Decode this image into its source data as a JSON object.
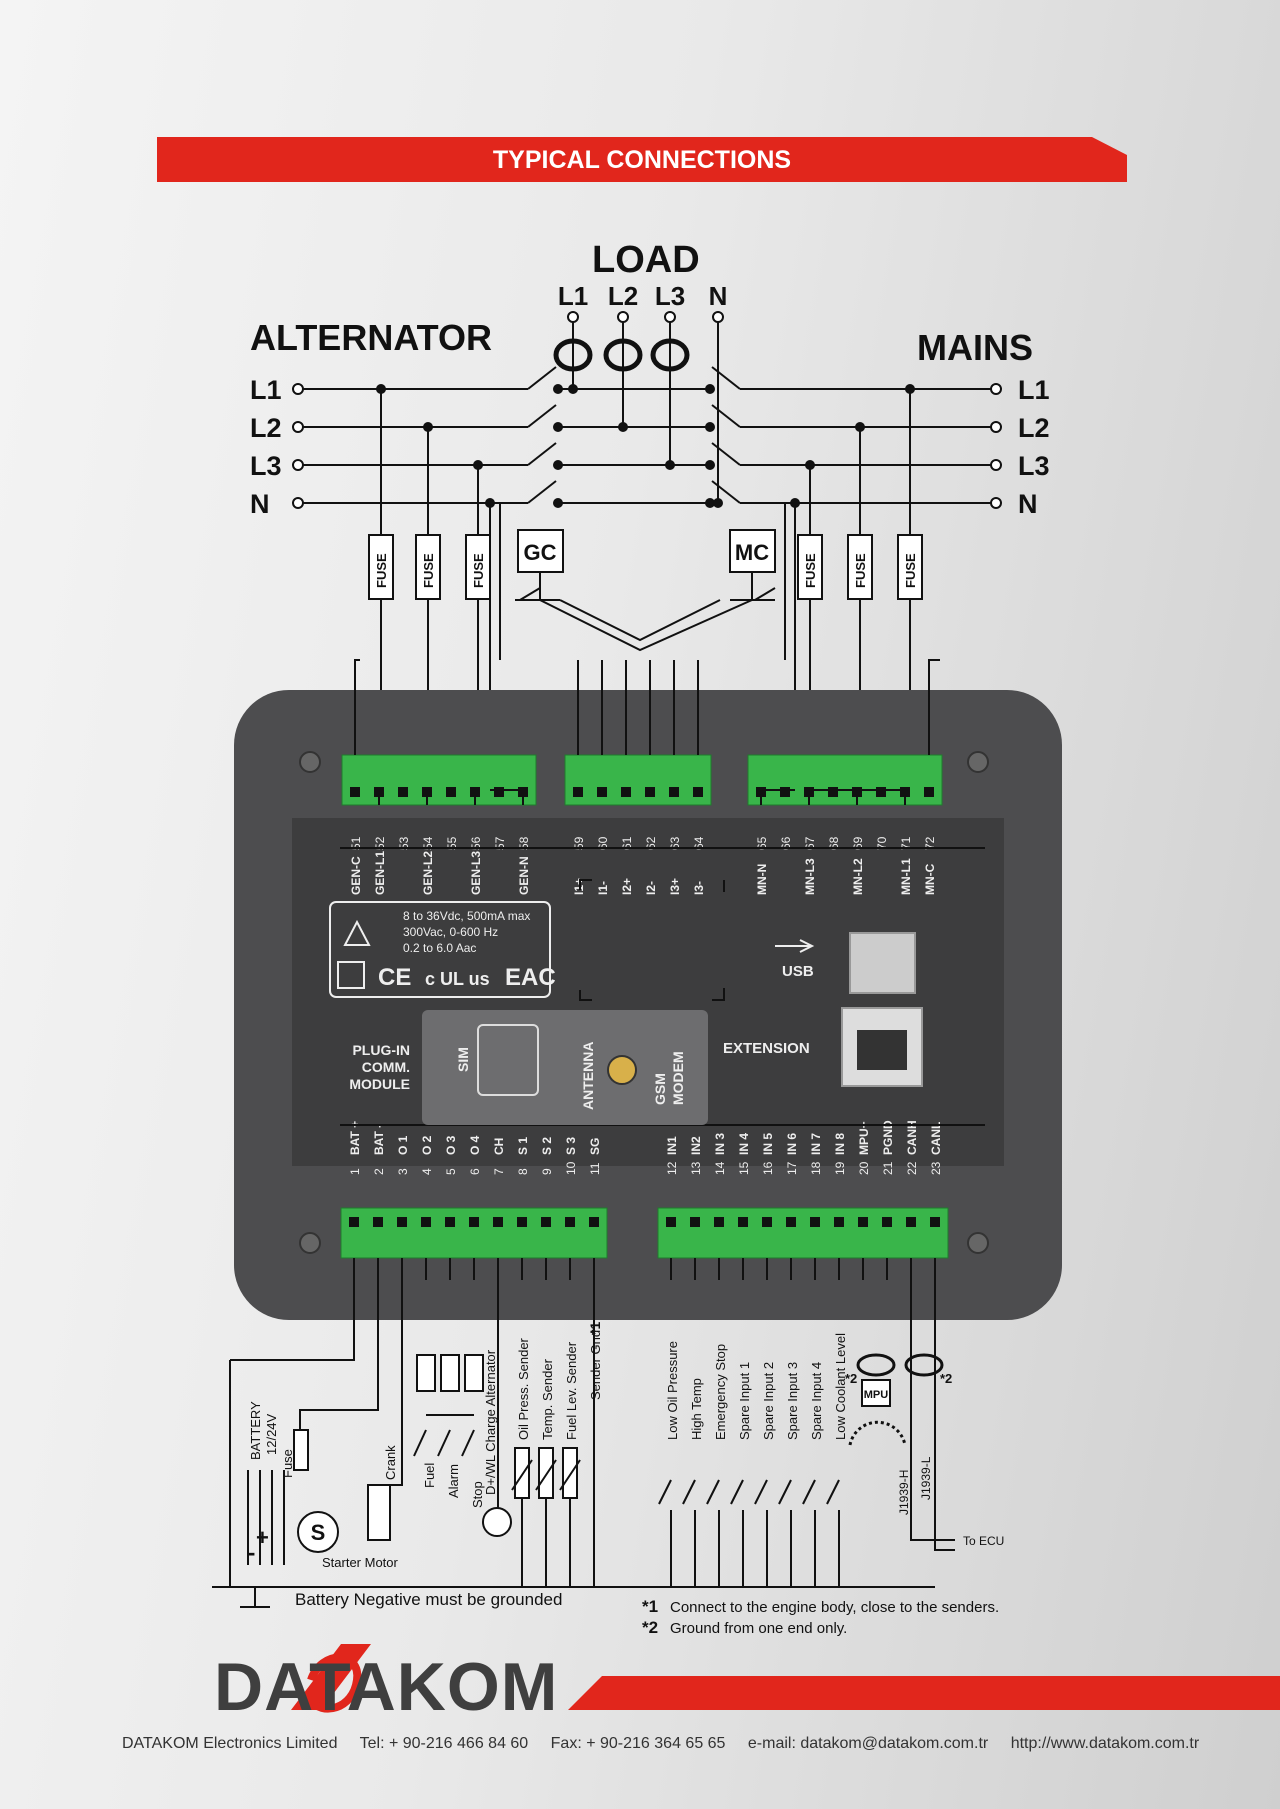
{
  "header": {
    "title": "TYPICAL CONNECTIONS"
  },
  "load": {
    "title": "LOAD",
    "terminals": [
      "L1",
      "L2",
      "L3",
      "N"
    ]
  },
  "alternator": {
    "title": "ALTERNATOR",
    "phases": [
      "L1",
      "L2",
      "L3",
      "N"
    ]
  },
  "mains": {
    "title": "MAINS",
    "phases": [
      "L1",
      "L2",
      "L3",
      "N"
    ]
  },
  "fuse_label": "FUSE",
  "contactors": {
    "gc": "GC",
    "mc": "MC"
  },
  "top_terminals": [
    {
      "num": "51",
      "label": "GEN-C"
    },
    {
      "num": "52",
      "label": "GEN-L1"
    },
    {
      "num": "53",
      "label": ""
    },
    {
      "num": "54",
      "label": "GEN-L2"
    },
    {
      "num": "55",
      "label": ""
    },
    {
      "num": "56",
      "label": "GEN-L3"
    },
    {
      "num": "57",
      "label": ""
    },
    {
      "num": "58",
      "label": "GEN-N"
    },
    {
      "num": "59",
      "label": "I1+"
    },
    {
      "num": "60",
      "label": "I1-"
    },
    {
      "num": "61",
      "label": "I2+"
    },
    {
      "num": "62",
      "label": "I2-"
    },
    {
      "num": "63",
      "label": "I3+"
    },
    {
      "num": "64",
      "label": "I3-"
    },
    {
      "num": "65",
      "label": "MN-N"
    },
    {
      "num": "66",
      "label": ""
    },
    {
      "num": "67",
      "label": "MN-L3"
    },
    {
      "num": "68",
      "label": ""
    },
    {
      "num": "69",
      "label": "MN-L2"
    },
    {
      "num": "70",
      "label": ""
    },
    {
      "num": "71",
      "label": "MN-L1"
    },
    {
      "num": "72",
      "label": "MN-C"
    }
  ],
  "bottom_terminals": [
    {
      "num": "1",
      "label": "BAT +"
    },
    {
      "num": "2",
      "label": "BAT -"
    },
    {
      "num": "3",
      "label": "O 1"
    },
    {
      "num": "4",
      "label": "O 2"
    },
    {
      "num": "5",
      "label": "O 3"
    },
    {
      "num": "6",
      "label": "O 4"
    },
    {
      "num": "7",
      "label": "CH"
    },
    {
      "num": "8",
      "label": "S 1"
    },
    {
      "num": "9",
      "label": "S 2"
    },
    {
      "num": "10",
      "label": "S 3"
    },
    {
      "num": "11",
      "label": "SG"
    },
    {
      "num": "12",
      "label": "IN1"
    },
    {
      "num": "13",
      "label": "IN2"
    },
    {
      "num": "14",
      "label": "IN 3"
    },
    {
      "num": "15",
      "label": "IN 4"
    },
    {
      "num": "16",
      "label": "IN 5"
    },
    {
      "num": "17",
      "label": "IN 6"
    },
    {
      "num": "18",
      "label": "IN 7"
    },
    {
      "num": "19",
      "label": "IN 8"
    },
    {
      "num": "20",
      "label": "MPU+"
    },
    {
      "num": "21",
      "label": "PGND"
    },
    {
      "num": "22",
      "label": "CANH"
    },
    {
      "num": "23",
      "label": "CANL"
    }
  ],
  "ratings": [
    "8 to 36Vdc, 500mA max",
    "300Vac, 0-600 Hz",
    "0.2 to 6.0 Aac"
  ],
  "certifications": [
    "CE",
    "c UL us",
    "EAC"
  ],
  "module": {
    "plugin": [
      "PLUG-IN",
      "COMM.",
      "MODULE"
    ],
    "sim": "SIM",
    "antenna": "ANTENNA",
    "gsm": [
      "GSM",
      "MODEM"
    ]
  },
  "ports": {
    "usb": "USB",
    "extension": "EXTENSION"
  },
  "battery": {
    "label": "BATTERY",
    "voltage": "12/24V",
    "fuse": "Fuse",
    "plus": "+",
    "minus": "-"
  },
  "starter": {
    "symbol": "S",
    "label": "Starter Motor",
    "crank": "Crank"
  },
  "relay_labels": [
    "Fuel",
    "Alarm",
    "Stop"
  ],
  "charge_label": "D+/WL Charge Alternator",
  "senders": [
    "Oil Press. Sender",
    "Temp. Sender",
    "Fuel Lev. Sender",
    "Sender Gnd"
  ],
  "note_mark1": "*1",
  "inputs": [
    "Low Oil Pressure",
    "High Temp",
    "Emergency Stop",
    "Spare Input 1",
    "Spare Input 2",
    "Spare Input 3",
    "Spare Input 4",
    "Low Coolant Level"
  ],
  "mpu": {
    "label": "MPU",
    "mark": "*2"
  },
  "can": {
    "h": "J1939-H",
    "l": "J1939-L",
    "ecu": "To ECU"
  },
  "ground_note": "Battery Negative must be grounded",
  "notes": [
    {
      "mark": "*1",
      "text": "Connect to the engine body, close to the senders."
    },
    {
      "mark": "*2",
      "text": "Ground from one end only."
    }
  ],
  "brand": "DATAKOM",
  "footer": [
    "DATAKOM Electronics Limited",
    "Tel: + 90-216 466 84 60",
    "Fax: + 90-216 364 65 65",
    "e-mail: datakom@datakom.com.tr",
    "http://www.datakom.com.tr"
  ],
  "colors": {
    "accent": "#e1261c",
    "terminal": "#39b54a",
    "controller": "#4d4d4f"
  }
}
